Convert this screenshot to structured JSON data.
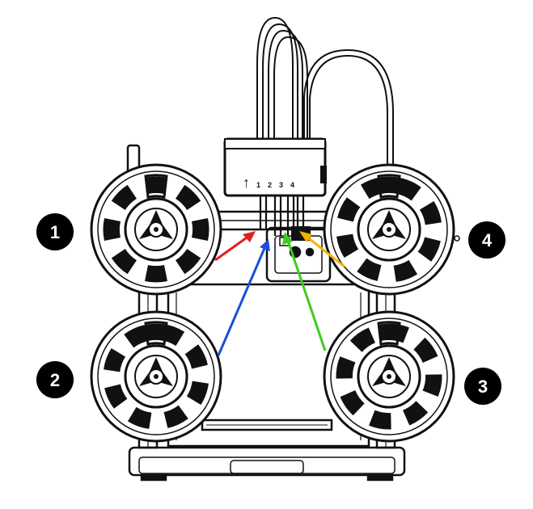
{
  "hub": {
    "arrow_glyph": "↑",
    "port_labels": [
      "1",
      "2",
      "3",
      "4"
    ]
  },
  "spools": [
    {
      "id": "1",
      "label": "1"
    },
    {
      "id": "2",
      "label": "2"
    },
    {
      "id": "3",
      "label": "3"
    },
    {
      "id": "4",
      "label": "4"
    }
  ],
  "arrows": [
    {
      "spool": "1",
      "color": "#e02020"
    },
    {
      "spool": "2",
      "color": "#1a4fd6"
    },
    {
      "spool": "3",
      "color": "#3ccc1e"
    },
    {
      "spool": "4",
      "color": "#f4b400"
    }
  ],
  "colors": {
    "line": "#111111",
    "badge_fill": "#000000",
    "badge_text": "#ffffff",
    "background": "#ffffff"
  }
}
